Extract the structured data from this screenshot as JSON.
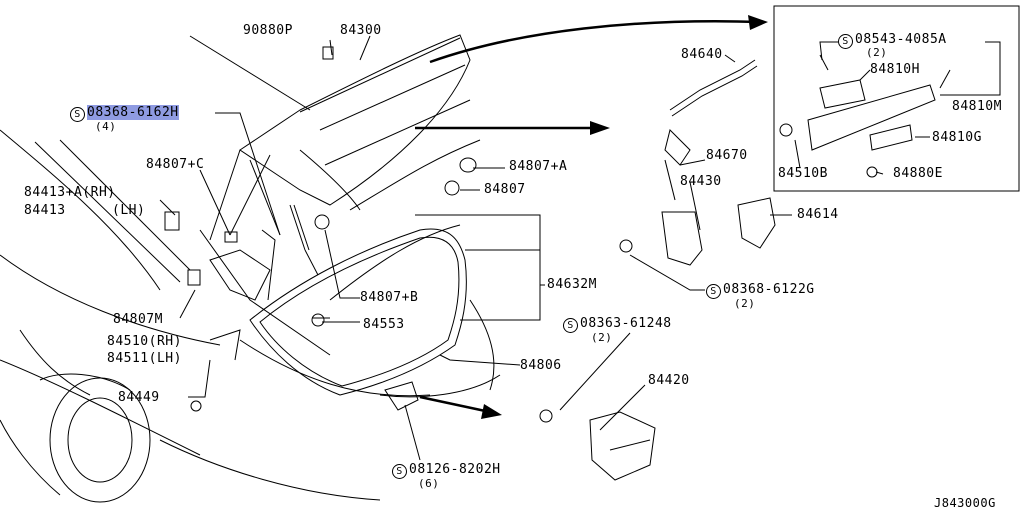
{
  "figure_code": "J843000G",
  "highlight_color": "#8f9be2",
  "s_marker": "S",
  "parts": {
    "p90880P": "90880P",
    "p84300": "84300",
    "p08368_6162H": {
      "number": "08368-6162H",
      "qty": "(4)"
    },
    "p84807C": "84807+C",
    "p84413A": "84413+A(RH)",
    "p84413": "84413",
    "lh": "(LH)",
    "p84807A": "84807+A",
    "p84807": "84807",
    "p84640": "84640",
    "p84670": "84670",
    "p84430": "84430",
    "p84614": "84614",
    "p84632M": "84632M",
    "p84807B": "84807+B",
    "p84553": "84553",
    "p84807M": "84807M",
    "p84510": "84510(RH)",
    "p84511": "84511(LH)",
    "p84449": "84449",
    "p84806": "84806",
    "p84420": "84420",
    "p08368_6122G": {
      "number": "08368-6122G",
      "qty": "(2)"
    },
    "p08363_61248": {
      "number": "08363-61248",
      "qty": "(2)"
    },
    "p08126_8202H": {
      "number": "08126-8202H",
      "qty": "(6)"
    }
  },
  "inset": {
    "p08543_4085A": {
      "number": "08543-4085A",
      "qty": "(2)"
    },
    "p84810H": "84810H",
    "p84810M": "84810M",
    "p84810G": "84810G",
    "p84510B": "84510B",
    "p84880E": "84880E"
  }
}
